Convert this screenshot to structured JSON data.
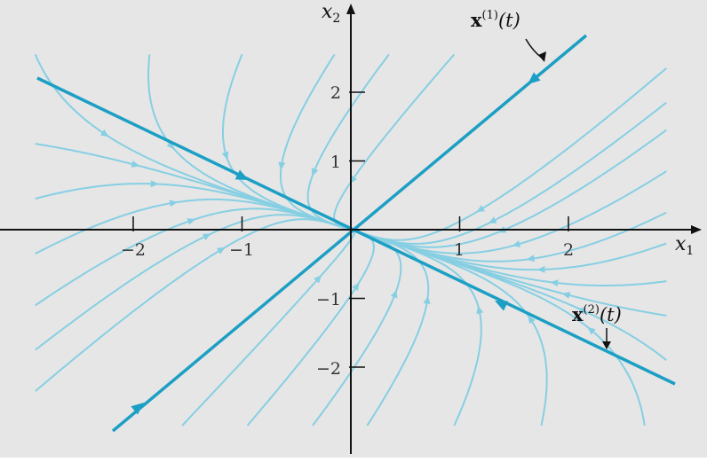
{
  "figure": {
    "x_axis_label": "x",
    "x_axis_subscript": "1",
    "y_axis_label": "x",
    "y_axis_subscript": "2",
    "x_ticks": [
      "−2",
      "−1",
      "1",
      "2"
    ],
    "y_ticks": [
      "2",
      "1",
      "−1",
      "−2"
    ],
    "solution_1": {
      "vector": "x",
      "superscript": "(1)",
      "arg": "(t)"
    },
    "solution_2": {
      "vector": "x",
      "superscript": "(2)",
      "arg": "(t)"
    },
    "colors": {
      "background": "#e6e6e6",
      "trajectory": "#86cfe3",
      "eigen_line": "#1c9fc4",
      "axis": "#111111"
    }
  }
}
